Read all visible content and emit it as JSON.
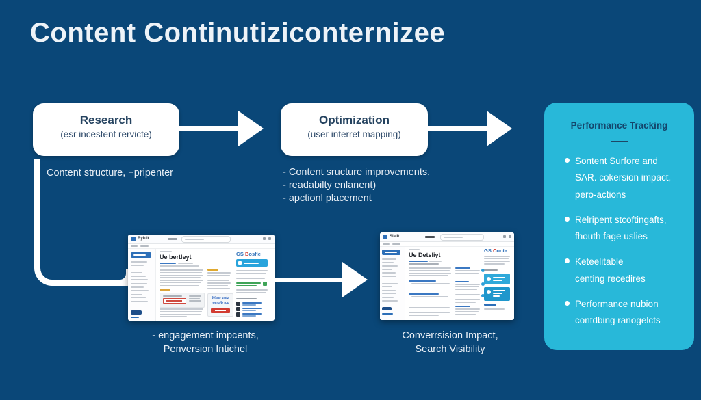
{
  "title": "Content Continutiziconternizee",
  "colors": {
    "background": "#0a4778",
    "panel_cyan": "#28b8d9",
    "accent_blue": "#2d6fb8",
    "accent_red": "#d23b31",
    "accent_yellow": "#e0a92f",
    "accent_green": "#3fa458",
    "text_white": "#eef3f8"
  },
  "flow": {
    "research": {
      "title": "Research",
      "subtitle": "(esr incestent rervicte)",
      "note": "Content structure, ¬pripenter"
    },
    "optimization": {
      "title": "Optimization",
      "subtitle": "(user interret mapping)",
      "notes": [
        "- Content sructure improvements,",
        "- readabilty enlanent)",
        "- apctionl placement"
      ]
    }
  },
  "panel": {
    "title": "Performance Tracking",
    "bullets": [
      {
        "lines": [
          "Sontent Surfore and",
          "SAR. cokersion impact,",
          "pero-actions"
        ]
      },
      {
        "lines": [
          "Relripent stcoftingafts,",
          "fhouth fage uslies"
        ]
      },
      {
        "lines": [
          "Keteelitable",
          "centing recedires"
        ]
      },
      {
        "lines": [
          "Performance nubion",
          "contdbing ranogelcts"
        ]
      }
    ]
  },
  "screens": {
    "first": {
      "logo": "Bylult",
      "heading": "Ue bertleyt",
      "brand": {
        "gs": "GS",
        "accent": "B",
        "rest": "osfle"
      },
      "promo_line1": "Wiser zutz",
      "promo_line2": "mero/b tcu"
    },
    "second": {
      "logo": "Sialit",
      "heading": "Ue Detsliyt",
      "brand": {
        "gs": "GS",
        "accent": "C",
        "rest": "onta"
      }
    }
  },
  "captions": {
    "first": {
      "line1": "- engagement impcents,",
      "line2": "Penversion Intichel"
    },
    "second": {
      "line1": "Converrsision Impact,",
      "line2": "Search Visibility"
    }
  }
}
